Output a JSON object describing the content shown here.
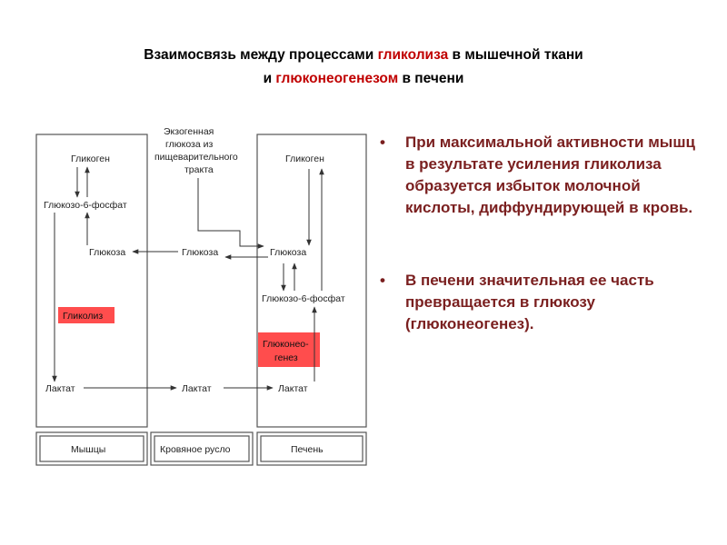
{
  "title": {
    "part1": "Взаимосвязь между процессами ",
    "highlight1": "гликолиза",
    "part2": " в мышечной ткани",
    "part3": "и ",
    "highlight2": "глюконеогенезом",
    "part4": " в печени"
  },
  "diagram": {
    "muscle": {
      "glycogen": "Гликоген",
      "g6p": "Глюкозо-6-фосфат",
      "glucose": "Глюкоза",
      "glycolysis": "Гликолиз",
      "lactate": "Лактат",
      "footer": "Мышцы"
    },
    "blood": {
      "exogenous_line1": "Экзогенная",
      "exogenous_line2": "глюкоза из",
      "exogenous_line3": "пищеварительного",
      "exogenous_line4": "тракта",
      "glucose": "Глюкоза",
      "lactate": "Лактат",
      "footer": "Кровяное русло"
    },
    "liver": {
      "glycogen": "Гликоген",
      "glucose": "Глюкоза",
      "g6p": "Глюкозо-6-фосфат",
      "gluconeo_line1": "Глюконео-",
      "gluconeo_line2": "генез",
      "lactate": "Лактат",
      "footer": "Печень"
    },
    "colors": {
      "highlight_box": "#ff4d4d",
      "line": "#333333",
      "title_accent": "#c00000",
      "bullet_text": "#7a1f1f"
    }
  },
  "bullets": [
    {
      "marker": "•",
      "text": "При максимальной активности мышц в результате усиления гликолиза образуется избыток молочной кислоты, диффундирующей в кровь."
    },
    {
      "marker": "•",
      "text": "В печени значительная ее часть превращается в глюкозу (глюконеогенез)."
    }
  ]
}
